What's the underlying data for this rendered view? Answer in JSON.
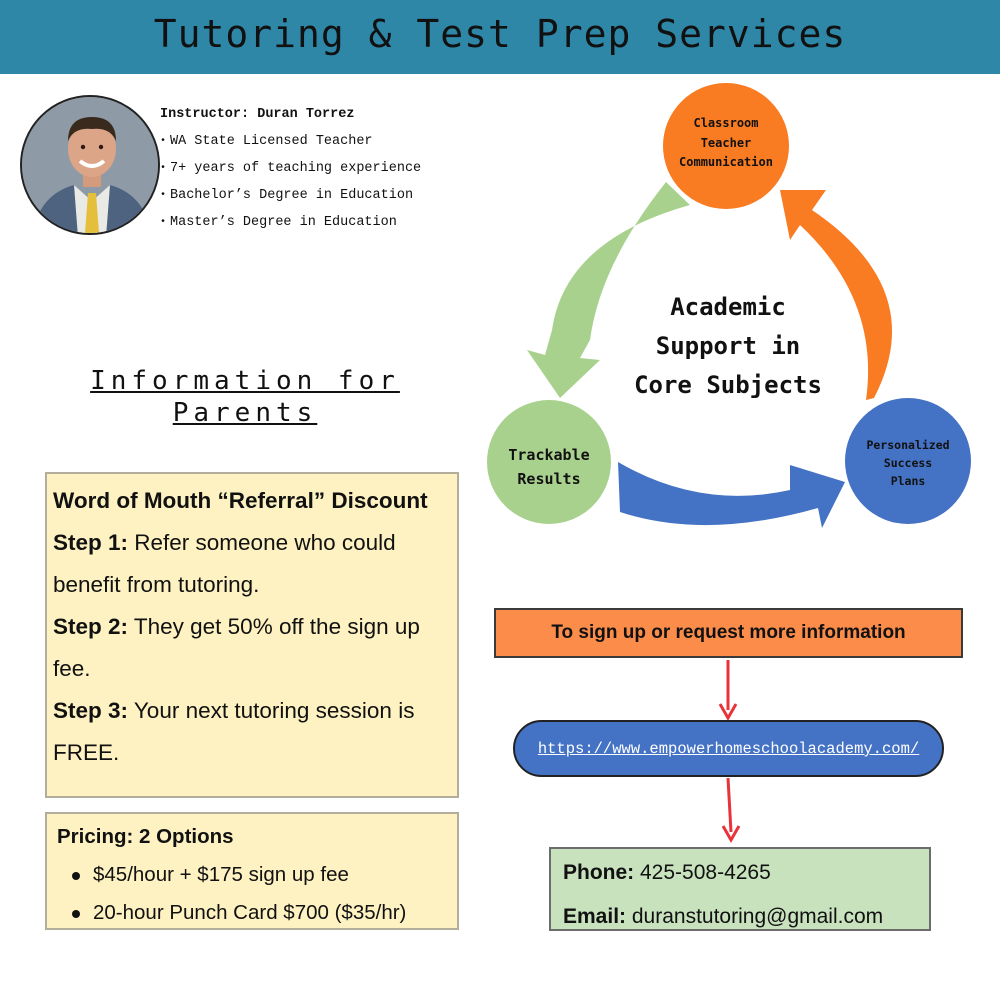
{
  "header": {
    "title": "Tutoring & Test Prep Services"
  },
  "instructor": {
    "name_line": "Instructor: Duran Torrez",
    "credentials": [
      "WA State Licensed Teacher",
      "7+ years of teaching experience",
      "Bachelor’s Degree in Education",
      "Master’s Degree in Education"
    ]
  },
  "parents": {
    "heading_line1": "Information for",
    "heading_line2": "Parents"
  },
  "referral": {
    "title": "Word of Mouth “Referral” Discount",
    "steps": [
      {
        "label": "Step 1:",
        "text": " Refer someone who could benefit from tutoring."
      },
      {
        "label": "Step 2:",
        "text": " They get 50% off the sign up fee."
      },
      {
        "label": "Step 3:",
        "text": " Your next tutoring session is FREE."
      }
    ]
  },
  "pricing": {
    "title": "Pricing: 2 Options",
    "options": [
      "$45/hour + $175 sign up fee",
      "20-hour Punch Card $700 ($35/hr)"
    ]
  },
  "cycle": {
    "center_lines": [
      "Academic",
      "Support in",
      "Core Subjects"
    ],
    "nodes": {
      "top": {
        "lines": [
          "Classroom",
          "Teacher",
          "Communication"
        ],
        "color": "#f97b22"
      },
      "left": {
        "lines": [
          "Trackable",
          "Results"
        ],
        "color": "#a9d18e"
      },
      "right": {
        "lines": [
          "Personalized",
          "Success",
          "Plans"
        ],
        "color": "#4472c4"
      }
    }
  },
  "cta": {
    "label": "To sign up or request more information"
  },
  "website": {
    "url": "https://www.empowerhomeschoolacademy.com/"
  },
  "contact": {
    "phone_label": "Phone:",
    "phone": " 425-508-4265",
    "email_label": "Email:",
    "email": " duranstutoring@gmail.com"
  },
  "colors": {
    "header": "#2f87a8",
    "note_fill": "#fef2c2",
    "cta_fill": "#fb8c4a",
    "url_fill": "#4472c4",
    "contact_fill": "#c8e2be",
    "connector": "#e8333a"
  }
}
